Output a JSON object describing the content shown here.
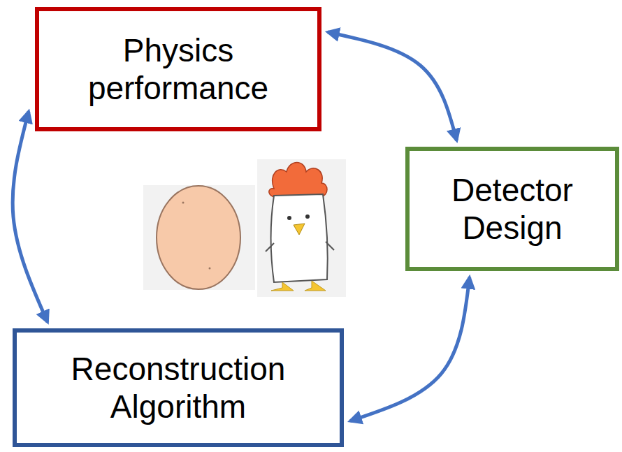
{
  "diagram": {
    "nodes": [
      {
        "text": [
          "Physics performance"
        ]
      },
      {
        "text": [
          "Detector Design"
        ]
      },
      {
        "text": [
          "Reconstruction Algorithm"
        ]
      }
    ],
    "edges": [
      {
        "from": 0,
        "to": 1,
        "arrow": "both"
      },
      {
        "from": 1,
        "to": 2,
        "arrow": "both"
      },
      {
        "from": 0,
        "to": 2,
        "arrow": "both"
      }
    ]
  }
}
